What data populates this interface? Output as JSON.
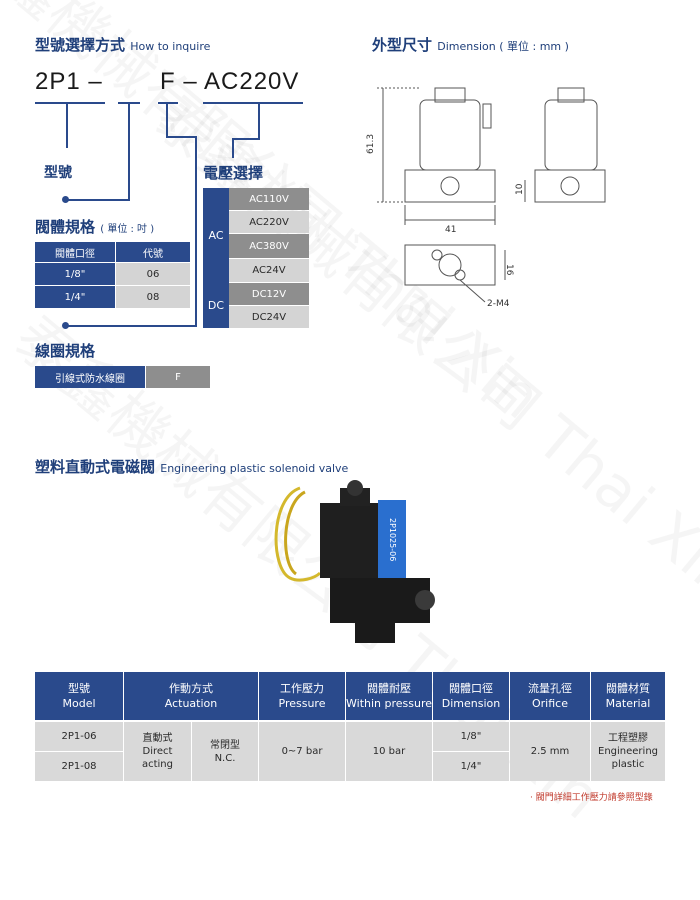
{
  "inquire": {
    "title_zh": "型號選擇方式",
    "title_en": "How to inquire",
    "code_prefix": "2P1 –",
    "code_sep": "F – AC220V",
    "model_label": "型號",
    "body_spec_title": "閥體規格",
    "body_spec_unit": "( 單位 : 吋 )",
    "body_table": {
      "headers": [
        "閥體口徑",
        "代號"
      ],
      "rows": [
        [
          "1/8\"",
          "06"
        ],
        [
          "1/4\"",
          "08"
        ]
      ]
    },
    "coil_title": "線圈規格",
    "coil_row": [
      "引線式防水線圈",
      "F"
    ],
    "voltage_title": "電壓選擇",
    "voltage": {
      "ac_label": "AC",
      "ac_values": [
        "AC110V",
        "AC220V",
        "AC380V",
        "AC24V"
      ],
      "dc_label": "DC",
      "dc_values": [
        "DC12V",
        "DC24V"
      ]
    }
  },
  "dimension": {
    "title_zh": "外型尺寸",
    "title_en": "Dimension ( 單位 : mm )",
    "labels": {
      "height": "61.3",
      "width": "41",
      "port": "10",
      "depth": "16",
      "mount": "2-M4"
    }
  },
  "product": {
    "title_zh": "塑料直動式電磁閥",
    "title_en": "Engineering plastic solenoid valve",
    "label_text": "2P1025-06"
  },
  "spec_table": {
    "headers": [
      {
        "zh": "型號",
        "en": "Model"
      },
      {
        "zh": "作動方式",
        "en": "Actuation"
      },
      {
        "zh": "工作壓力",
        "en": "Pressure"
      },
      {
        "zh": "閥體耐壓",
        "en": "Within pressure"
      },
      {
        "zh": "閥體口徑",
        "en": "Dimension"
      },
      {
        "zh": "流量孔徑",
        "en": "Orifice"
      },
      {
        "zh": "閥體材質",
        "en": "Material"
      }
    ],
    "models": [
      "2P1-06",
      "2P1-08"
    ],
    "actuation_zh": "直動式",
    "actuation_en_1": "Direct",
    "actuation_en_2": "acting",
    "normal_zh": "常閉型",
    "normal_en": "N.C.",
    "pressure": "0~7 bar",
    "within": "10 bar",
    "dims": [
      "1/8\"",
      "1/4\""
    ],
    "orifice": "2.5 mm",
    "material_zh": "工程塑膠",
    "material_en_1": "Engineering",
    "material_en_2": "plastic"
  },
  "footnote": "· 閥門詳細工作壓力請參照型錄",
  "watermark": "泰鑫機械有限公司 Thai Xin"
}
